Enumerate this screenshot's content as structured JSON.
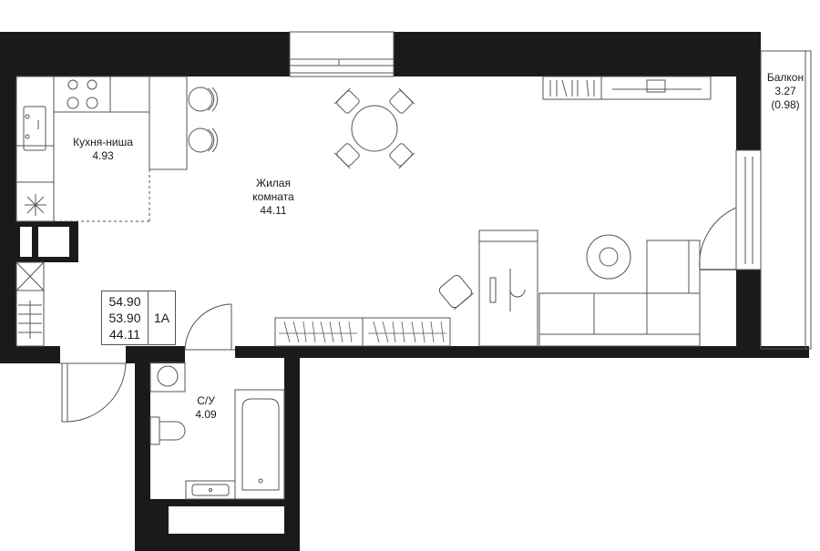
{
  "rooms": {
    "kitchen": {
      "name": "Кухня-ниша",
      "area": "4.93"
    },
    "living": {
      "name_line1": "Жилая",
      "name_line2": "комната",
      "area": "44.11"
    },
    "bathroom": {
      "name": "С/У",
      "area": "4.09"
    },
    "balcony": {
      "name": "Балкон",
      "area": "3.27",
      "area_reduced": "(0.98)"
    }
  },
  "summary": {
    "total_area": "54.90",
    "area_without_balcony": "53.90",
    "living_area": "44.11",
    "apartment_type": "1А"
  },
  "colors": {
    "wall": "#1a1a1a",
    "line": "#555555",
    "background": "#ffffff"
  }
}
